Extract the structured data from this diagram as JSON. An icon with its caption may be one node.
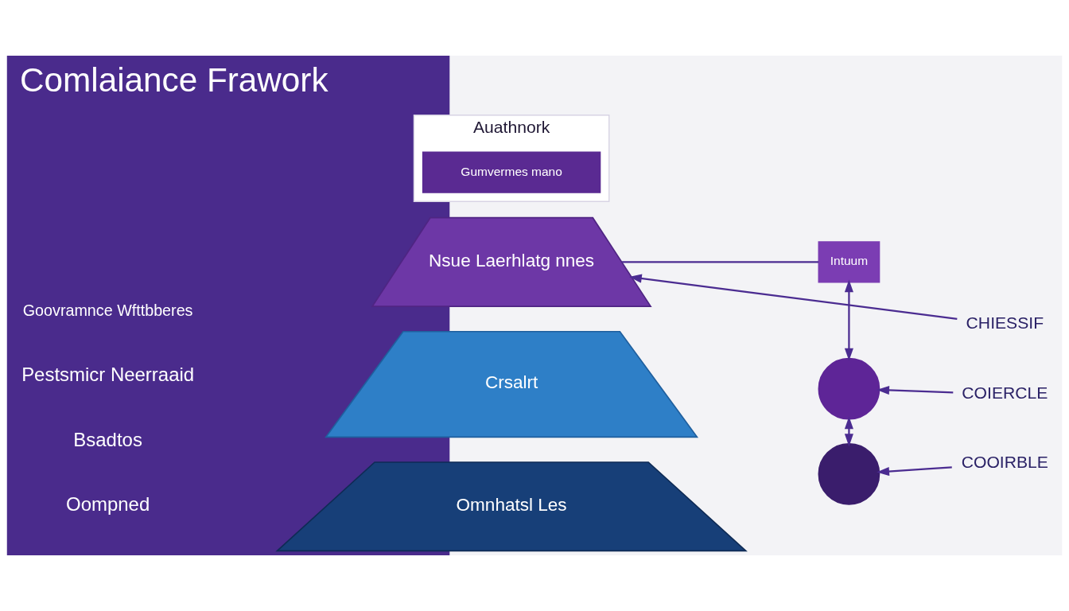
{
  "diagram": {
    "title": "Comlaiance Frawork",
    "nodes": [
      {
        "text": [
          "Auathnork"
        ]
      },
      {
        "text": [
          "Gumvermes mano"
        ],
        "in": 0
      },
      {
        "text": [
          "Nsue Laerhlatg nnes"
        ]
      },
      {
        "text": [
          "Crsalrt"
        ]
      },
      {
        "text": [
          "Omnhatsl Les"
        ]
      },
      {
        "text": [
          "Intuum"
        ]
      },
      {
        "text": [],
        "shape": "circle"
      },
      {
        "text": [],
        "shape": "circle"
      },
      {
        "text": [
          "CHIESSIF"
        ]
      },
      {
        "text": [
          "COIERCLE"
        ]
      },
      {
        "text": [
          "COOIRBLE"
        ]
      }
    ],
    "edges": [
      {
        "from": 8,
        "to": 2,
        "arrow": "to"
      },
      {
        "from": 2,
        "to": 5,
        "arrow": "none"
      },
      {
        "from": 5,
        "to": 6,
        "arrow": "both"
      },
      {
        "from": 9,
        "to": 6,
        "arrow": "to"
      },
      {
        "from": 6,
        "to": 7,
        "arrow": "both"
      },
      {
        "from": 10,
        "to": 7,
        "arrow": "to"
      }
    ],
    "labels": [
      "Goovramnce Wfttbberes",
      "Pestsmicr Neerraaid",
      "Bsadtos",
      "Oompned"
    ]
  }
}
